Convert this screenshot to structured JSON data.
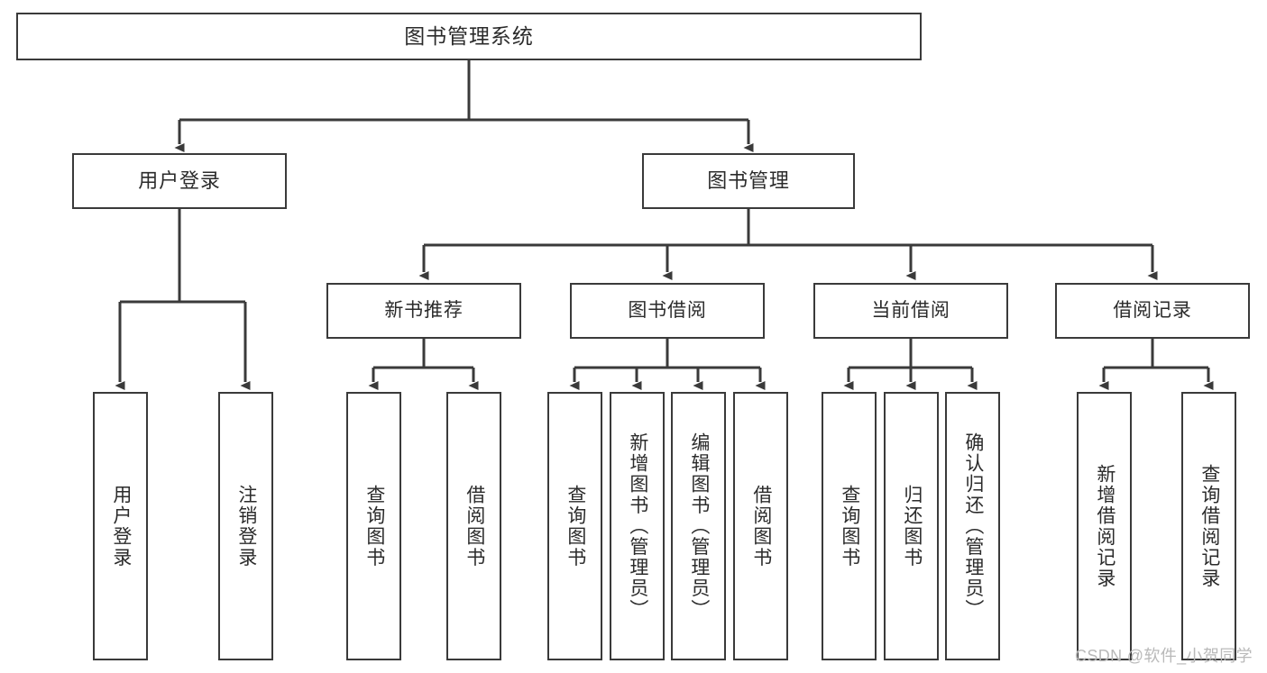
{
  "diagram": {
    "title": "图书管理系统",
    "type": "hierarchy-tree",
    "levels": 4,
    "colors": {
      "box_border": "#3a3a3a",
      "box_fill": "#ffffff",
      "connector": "#3a3a3a",
      "text": "#2b2b2b",
      "watermark": "#b9b9b9",
      "background": "#ffffff"
    },
    "root": {
      "label": "图书管理系统",
      "orientation": "horizontal"
    },
    "level1": [
      {
        "label": "用户登录",
        "orientation": "horizontal"
      },
      {
        "label": "图书管理",
        "orientation": "horizontal"
      }
    ],
    "level2": [
      {
        "label": "新书推荐",
        "orientation": "horizontal"
      },
      {
        "label": "图书借阅",
        "orientation": "horizontal"
      },
      {
        "label": "当前借阅",
        "orientation": "horizontal"
      },
      {
        "label": "借阅记录",
        "orientation": "horizontal"
      }
    ],
    "leaves": {
      "user_login": [
        {
          "label": "用户登录",
          "orientation": "vertical"
        },
        {
          "label": "注销登录",
          "orientation": "vertical"
        }
      ],
      "new_book_recommend": [
        {
          "label": "查询图书",
          "orientation": "vertical"
        },
        {
          "label": "借阅图书",
          "orientation": "vertical"
        }
      ],
      "book_borrow": [
        {
          "label": "查询图书",
          "orientation": "vertical"
        },
        {
          "label": "新增图书（管理员）",
          "orientation": "vertical"
        },
        {
          "label": "编辑图书（管理员）",
          "orientation": "vertical"
        },
        {
          "label": "借阅图书",
          "orientation": "vertical"
        }
      ],
      "current_borrow": [
        {
          "label": "查询图书",
          "orientation": "vertical"
        },
        {
          "label": "归还图书",
          "orientation": "vertical"
        },
        {
          "label": "确认归还（管理员）",
          "orientation": "vertical"
        }
      ],
      "borrow_record": [
        {
          "label": "新增借阅记录",
          "orientation": "vertical"
        },
        {
          "label": "查询借阅记录",
          "orientation": "vertical"
        }
      ]
    }
  },
  "watermark": {
    "text": "CSDN @软件_小贺同学"
  }
}
